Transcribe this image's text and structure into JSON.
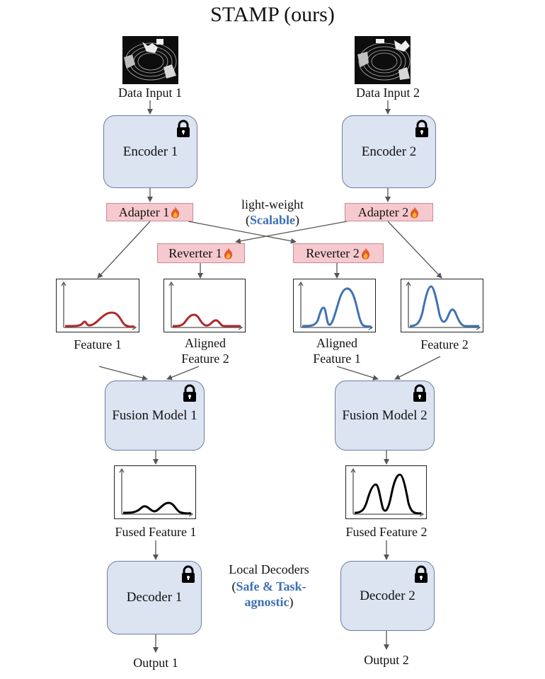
{
  "title": "STAMP (ours)",
  "inputs": {
    "left": "Data Input 1",
    "right": "Data Input 2"
  },
  "encoders": {
    "left": "Encoder 1",
    "right": "Encoder 2"
  },
  "adapters": {
    "left": "Adapter 1",
    "right": "Adapter 2"
  },
  "reverters": {
    "left": "Reverter 1",
    "right": "Reverter 2"
  },
  "annotation_top": {
    "line1": "light-weight",
    "open": "(",
    "highlight": "Scalable",
    "close": ")"
  },
  "features": {
    "feature1": "Feature 1",
    "aligned2_line1": "Aligned",
    "aligned2_line2": "Feature 2",
    "aligned1_line1": "Aligned",
    "aligned1_line2": "Feature 1",
    "feature2": "Feature 2"
  },
  "fusion": {
    "left": "Fusion Model 1",
    "right": "Fusion Model 2"
  },
  "fused": {
    "left": "Fused Feature 1",
    "right": "Fused Feature 2"
  },
  "annotation_bottom": {
    "line1": "Local Decoders",
    "open": "(",
    "highlight1": "Safe & Task-",
    "highlight2": "agnostic",
    "close": ")"
  },
  "decoders": {
    "left": "Decoder 1",
    "right": "Decoder 2"
  },
  "outputs": {
    "left": "Output 1",
    "right": "Output 2"
  },
  "colors": {
    "red_curve": "#b0282a",
    "blue_curve": "#3f72b3",
    "black_curve": "#000000",
    "accent_text": "#3d6fb3",
    "box_fill": "#dce3f1",
    "pink_fill": "#f6c9ce"
  },
  "icons": {
    "lock": "lock-icon",
    "flame": "flame-icon",
    "lidar": "lidar-scan-image"
  }
}
